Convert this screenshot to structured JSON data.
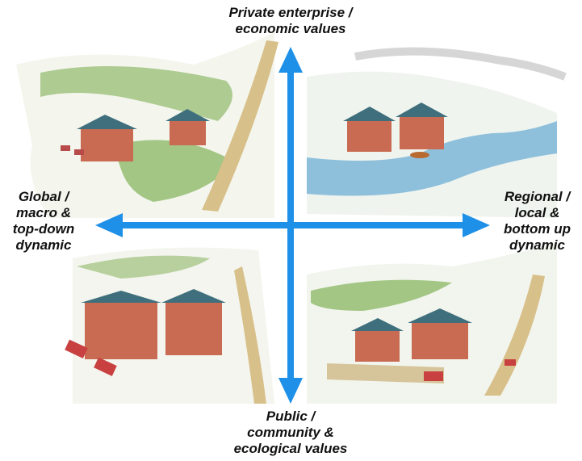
{
  "labels": {
    "top": [
      "Private enterprise /",
      "economic values"
    ],
    "bottom": [
      "Public /",
      "community &",
      "ecological values"
    ],
    "left": [
      "Global /",
      "macro &",
      "top-down",
      "dynamic"
    ],
    "right": [
      "Regional /",
      "local &",
      "bottom up",
      "dynamic"
    ]
  },
  "colors": {
    "axis": "#1E90E8",
    "sketch_green": "#7fae5a",
    "sketch_brick": "#c96b52",
    "sketch_roof": "#3f6f7c",
    "sketch_water": "#7cb6d8",
    "sketch_path": "#d8c08a"
  }
}
